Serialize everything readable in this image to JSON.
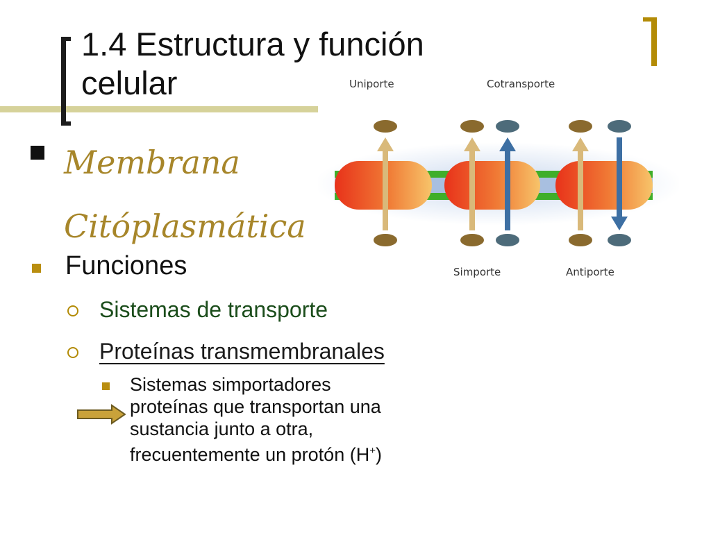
{
  "slide": {
    "title": "1.4 Estructura y función celular",
    "heading": "Membrana Citóplasmática",
    "level1": "Funciones",
    "level2": [
      "Sistemas de transporte",
      "Proteínas transmembranales"
    ],
    "level3_lines": [
      "Sistemas simportadores",
      "proteínas que transportan una",
      "sustancia junto a otra,",
      "frecuentemente un protón (H"
    ],
    "superscript": "+",
    "closing": ")"
  },
  "diagram": {
    "labels": {
      "uniporte": "Uniporte",
      "cotransporte": "Cotransporte",
      "simporte": "Simporte",
      "antiporte": "Antiporte"
    }
  },
  "colors": {
    "accent": "#b38b06",
    "heading": "#a7862a",
    "membrane_green": "#3fae2a",
    "protein_red": "#e8321a",
    "protein_orange": "#f7c46a",
    "arrow_tan": "#d9b97a",
    "arrow_blue": "#3d6fa3",
    "particle_brown": "#8a6a2e",
    "particle_slate": "#4d6b7a"
  }
}
